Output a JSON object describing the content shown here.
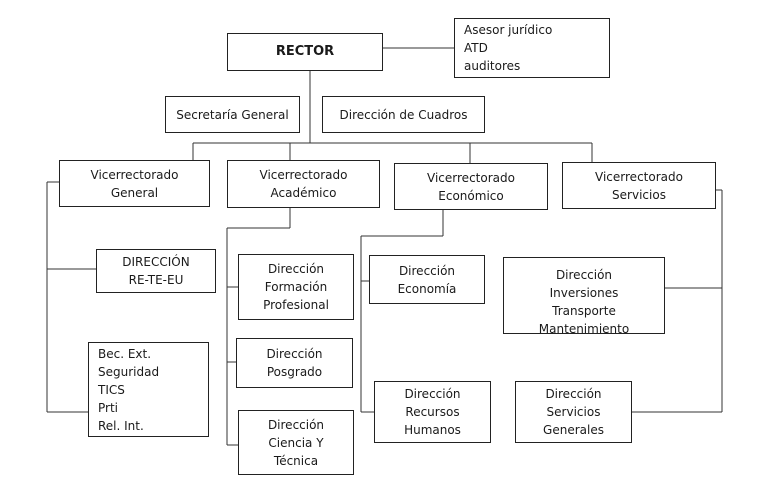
{
  "rector": [
    "RECTOR"
  ],
  "asesor": [
    "Asesor jurídico",
    "ATD",
    "auditores"
  ],
  "secretaria": [
    "Secretaría General"
  ],
  "cuadros": [
    "Dirección de Cuadros"
  ],
  "vr_general": [
    "Vicerrectorado",
    "General"
  ],
  "vr_academico": [
    "Vicerrectorado",
    "Académico"
  ],
  "vr_economico": [
    "Vicerrectorado",
    "Económico"
  ],
  "vr_servicios": [
    "Vicerrectorado",
    "Servicios"
  ],
  "dir_retec": [
    "DIRECCIÓN",
    "RE-TE-EU"
  ],
  "misc": [
    "Bec. Ext.",
    "Seguridad",
    "TICS",
    "Prti",
    "Rel. Int."
  ],
  "dir_formacion": [
    "Dirección",
    "Formación",
    "Profesional"
  ],
  "dir_posgrado": [
    "Dirección",
    "Posgrado"
  ],
  "dir_ciencia": [
    "Dirección",
    "Ciencia Y",
    "Técnica"
  ],
  "dir_economia": [
    "Dirección",
    "Economía"
  ],
  "dir_rrhh": [
    "Dirección",
    "Recursos",
    "Humanos"
  ],
  "dir_inversiones": [
    "Dirección",
    "Inversiones",
    "Transporte",
    "Mantenimiento"
  ],
  "dir_serv_gen": [
    "Dirección",
    "Servicios",
    "Generales"
  ]
}
